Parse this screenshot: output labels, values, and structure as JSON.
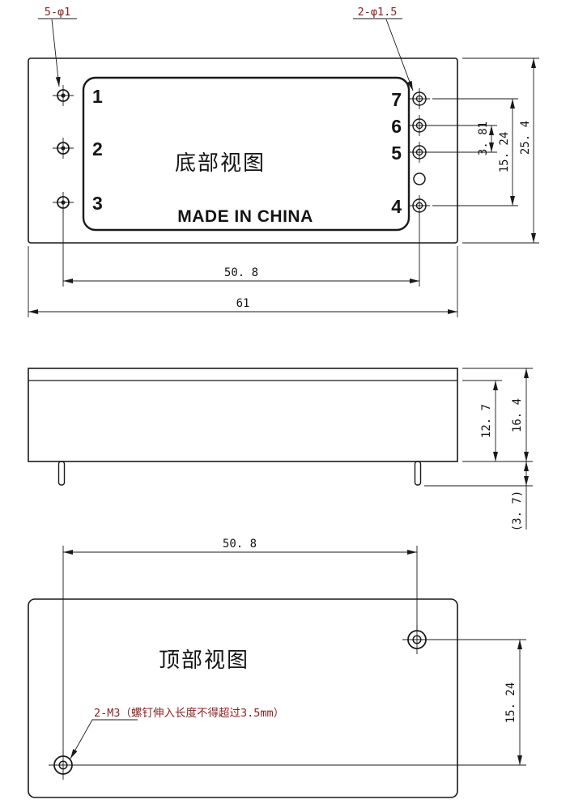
{
  "colors": {
    "line": "#1a1a1a",
    "callout_text": "#8a1f1f"
  },
  "bottom_view": {
    "title": "底部视图",
    "brand": "MADE IN CHINA",
    "callout_left": "5-φ1",
    "callout_right": "2-φ1.5",
    "pins_left": [
      "1",
      "2",
      "3"
    ],
    "pins_right": [
      "7",
      "6",
      "5",
      "4"
    ],
    "dims": {
      "pin_pitch": "3. 81",
      "pin_span": "15. 24",
      "height": "25. 4",
      "pin_columns": "50. 8",
      "width": "61"
    }
  },
  "side_view": {
    "dims": {
      "case": "12. 7",
      "total": "16. 4",
      "lead": "(3. 7)"
    }
  },
  "top_view": {
    "title": "顶部视图",
    "callout": "2-M3（螺钉伸入长度不得超过3.5mm）",
    "dims": {
      "hole_span": "50. 8",
      "hole_offset": "15. 24"
    }
  }
}
